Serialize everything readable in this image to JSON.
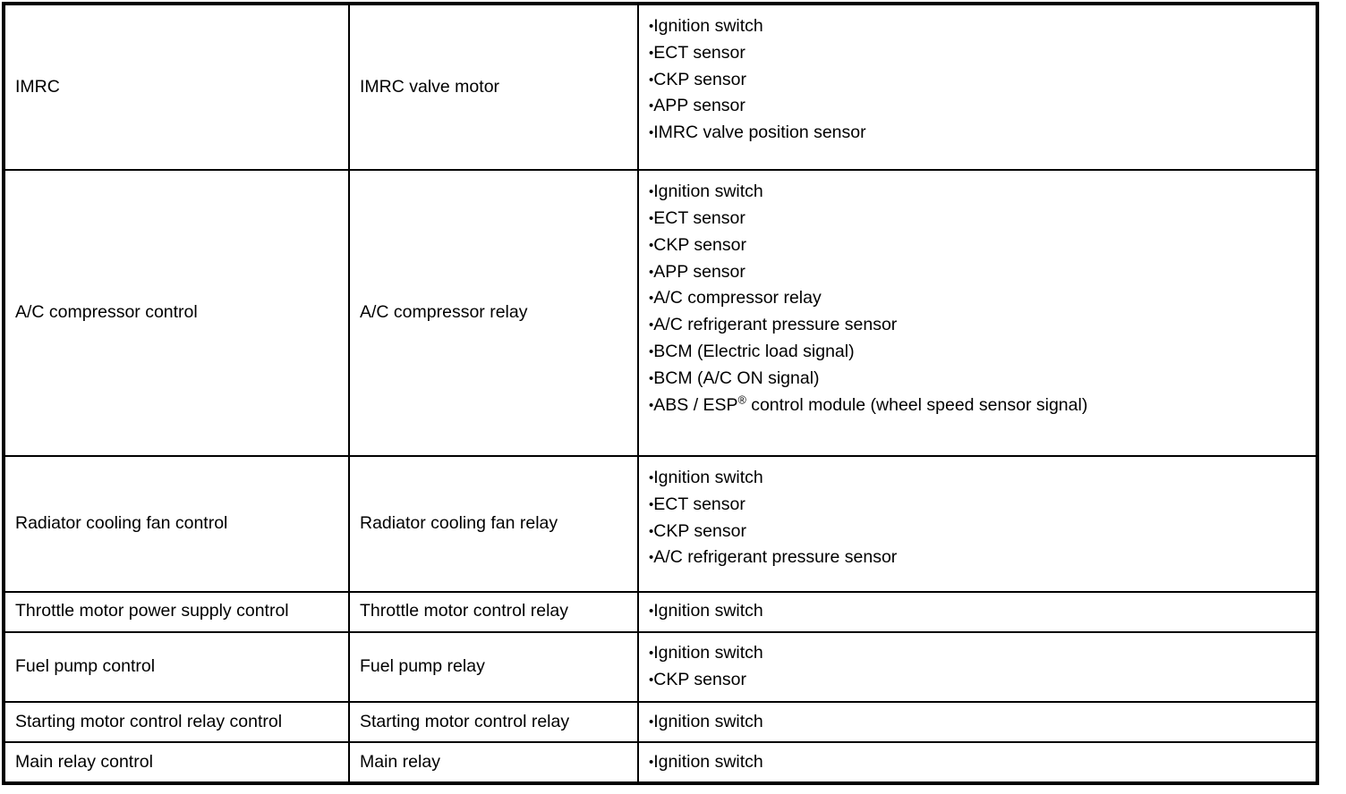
{
  "document": {
    "type": "specification-table",
    "title": "ECM output control / actuator / input signal table",
    "columns": 3,
    "row_count": 7,
    "colors": {
      "background": "#ffffff",
      "text": "#000000",
      "border": "#000000"
    },
    "bullet_glyph": "•"
  },
  "table": {
    "rows": [
      {
        "system": "IMRC",
        "actuator": "IMRC valve motor",
        "inputs": [
          "Ignition switch",
          "ECT sensor",
          "CKP sensor",
          "APP sensor",
          "IMRC valve position sensor"
        ],
        "align": "top"
      },
      {
        "system": "A/C compressor control",
        "actuator": "A/C compressor relay",
        "inputs": [
          "Ignition switch",
          "ECT sensor",
          "CKP sensor",
          "APP sensor",
          "A/C compressor relay",
          "A/C refrigerant pressure sensor",
          "BCM (Electric load signal)",
          "BCM (A/C ON signal)",
          "ABS / ESP® control module (wheel speed sensor signal)"
        ],
        "align": "top"
      },
      {
        "system": "Radiator cooling fan control",
        "actuator": "Radiator cooling fan relay",
        "inputs": [
          "Ignition switch",
          "ECT sensor",
          "CKP sensor",
          "A/C refrigerant pressure sensor"
        ],
        "align": "top"
      },
      {
        "system": "Throttle motor power supply control",
        "actuator": "Throttle motor control relay",
        "inputs": [
          "Ignition switch"
        ],
        "align": "middle"
      },
      {
        "system": "Fuel pump control",
        "actuator": "Fuel pump relay",
        "inputs": [
          "Ignition switch",
          "CKP sensor"
        ],
        "align": "middle"
      },
      {
        "system": "Starting motor control relay control",
        "actuator": "Starting motor control relay",
        "inputs": [
          "Ignition switch"
        ],
        "align": "middle"
      },
      {
        "system": "Main relay control",
        "actuator": "Main relay",
        "inputs": [
          "Ignition switch"
        ],
        "align": "middle"
      }
    ]
  }
}
